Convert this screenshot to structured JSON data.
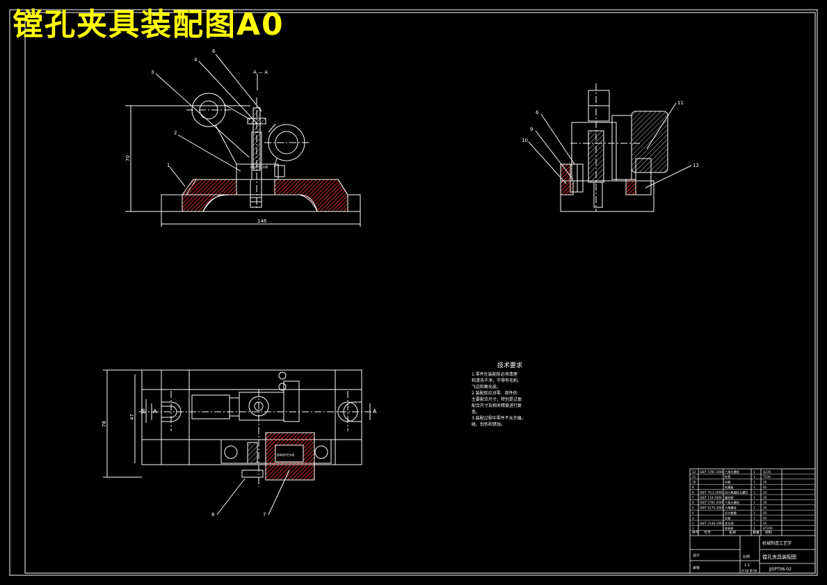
{
  "title": "镗孔夹具装配图A0",
  "colors": {
    "background": "#000000",
    "lines": "#ffffff",
    "title": "#ffff00",
    "section": "#ff0000"
  },
  "front_view": {
    "leaders": [
      "3",
      "4",
      "6",
      "2",
      "1"
    ],
    "section_mark": "A — A",
    "dim_height": "70",
    "dim_width": "146",
    "fit_label": "Φ16H7/n6"
  },
  "side_view": {
    "leaders": [
      "6",
      "9",
      "10",
      "11",
      "12"
    ]
  },
  "plan_view": {
    "leaders": [
      "8",
      "7"
    ],
    "dim_outer": "78",
    "dim_inner": "47",
    "dim_small": "16",
    "section_left": "A",
    "section_right": "A",
    "fit_label": "Φ40H7/n6"
  },
  "tech_req": {
    "heading": "技术要求",
    "lines": [
      "1.零件在装配前必须清理",
      "和清洗干净，不得有毛刺、",
      "飞边和氧化皮。",
      "2.装配前应对零、部件的",
      "主要配合尺寸，特别是过盈",
      "配合尺寸及相关精度进行复",
      "查。",
      "3.装配过程中零件不允许磕、",
      "碰、划伤和锈蚀。"
    ]
  },
  "bom": {
    "rows": [
      [
        "12",
        "GB/T 5781-2000",
        "六角头螺栓",
        "1",
        "Q235"
      ],
      [
        "11",
        "",
        "钻套",
        "1",
        "T10A"
      ],
      [
        "10",
        "",
        "衬套",
        "1",
        "20"
      ],
      [
        "9",
        "",
        "钻模板",
        "1",
        "45"
      ],
      [
        "8",
        "GB/T 70.1-2000",
        "内六角圆柱头螺钉",
        "1",
        "35"
      ],
      [
        "7",
        "GB/T 119-2000",
        "圆柱销",
        "1",
        "35"
      ],
      [
        "6",
        "GB/T 5781-2000",
        "六角头螺栓",
        "1",
        "35"
      ],
      [
        "5",
        "GB/T 6170-2000",
        "六角螺母",
        "1",
        "35"
      ],
      [
        "4",
        "",
        "开口垫圈",
        "1",
        "45"
      ],
      [
        "3",
        "",
        "压板",
        "1",
        "45"
      ],
      [
        "2",
        "GB/T 2148-1991",
        "定位销",
        "1",
        "45"
      ],
      [
        "1",
        "",
        "夹具体",
        "1",
        "HT200"
      ]
    ],
    "header": [
      "序号",
      "代号",
      "名称",
      "数量",
      "材料"
    ]
  },
  "title_block": {
    "school": "机械制造工艺学",
    "drawing_name": "镗孔夹具装配图",
    "drawing_no": "JJSPT06-02",
    "scale_label": "比例",
    "scale": "1:1",
    "sheet": "共1张 第1张",
    "designer_label": "设计",
    "check_label": "审核"
  }
}
